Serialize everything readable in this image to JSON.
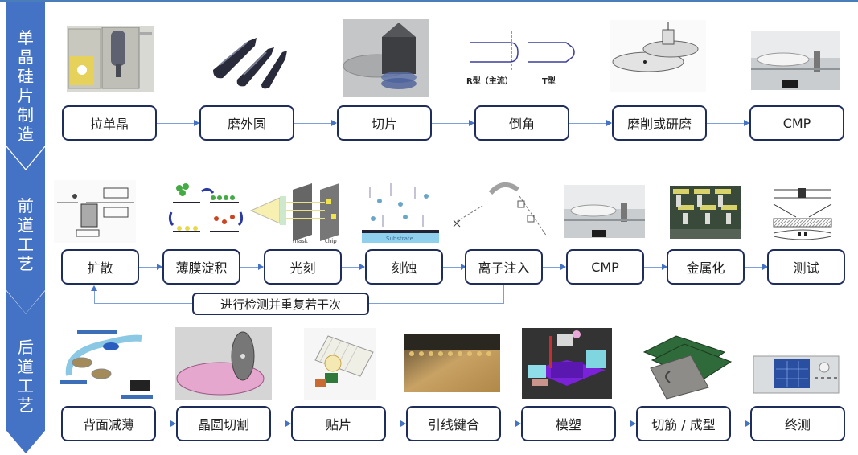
{
  "stages": [
    {
      "id": "wafer",
      "label": "单晶硅片制造",
      "chars": [
        "单",
        "晶",
        "硅",
        "片",
        "制",
        "造"
      ]
    },
    {
      "id": "front_end",
      "label": "前道工艺",
      "chars": [
        "前",
        "道",
        "工",
        "艺"
      ]
    },
    {
      "id": "back_end",
      "label": "后道工艺",
      "chars": [
        "后",
        "道",
        "工",
        "艺"
      ]
    }
  ],
  "rows": [
    {
      "stage": "单晶硅片制造",
      "steps": [
        "拉单晶",
        "磨外圆",
        "切片",
        "倒角",
        "磨削或研磨",
        "CMP"
      ],
      "illustrations": [
        "crystal-puller-photo",
        "silicon-ingots-photo",
        "wafer-slicing-render",
        "edge-profile-diagram",
        "grinding-diagram",
        "cmp-machine-photo"
      ],
      "illustration_text": {
        "edge_profile": {
          "r_type": "R型（主流）",
          "t_type": "T型"
        }
      }
    },
    {
      "stage": "前道工艺",
      "steps": [
        "扩散",
        "薄膜淀积",
        "光刻",
        "刻蚀",
        "离子注入",
        "CMP",
        "金属化",
        "测试"
      ],
      "illustrations": [
        "diffusion-furnace-diagram",
        "thin-film-deposition-diagram",
        "lithography-diagram",
        "etching-diagram",
        "ion-implantation-diagram",
        "cmp-machine-photo",
        "metallization-photo",
        "probe-test-diagram"
      ],
      "illustration_text": {
        "lithography": {
          "mask": "mask",
          "chip": "chip"
        },
        "etching": {
          "substrate": "Substrate"
        }
      },
      "loop": {
        "label": "进行检测并重复若干次",
        "from": "离子注入",
        "to": "扩散"
      }
    },
    {
      "stage": "后道工艺",
      "steps": [
        "背面减薄",
        "晶圆切割",
        "贴片",
        "引线键合",
        "模塑",
        "切筋 / 成型",
        "终测"
      ],
      "illustrations": [
        "backgrinding-diagram",
        "wafer-dicing-render",
        "die-attach-diagram",
        "wire-bonding-photo",
        "molding-machine-render",
        "packaged-chips-photo",
        "test-equipment-photo"
      ]
    }
  ],
  "colors": {
    "stage_fill": "#4472c4",
    "box_border": "#1f2d5a",
    "connector": "#7d9ed8",
    "arrowhead": "#4472c4",
    "top_rule": "#4a7ebb"
  }
}
